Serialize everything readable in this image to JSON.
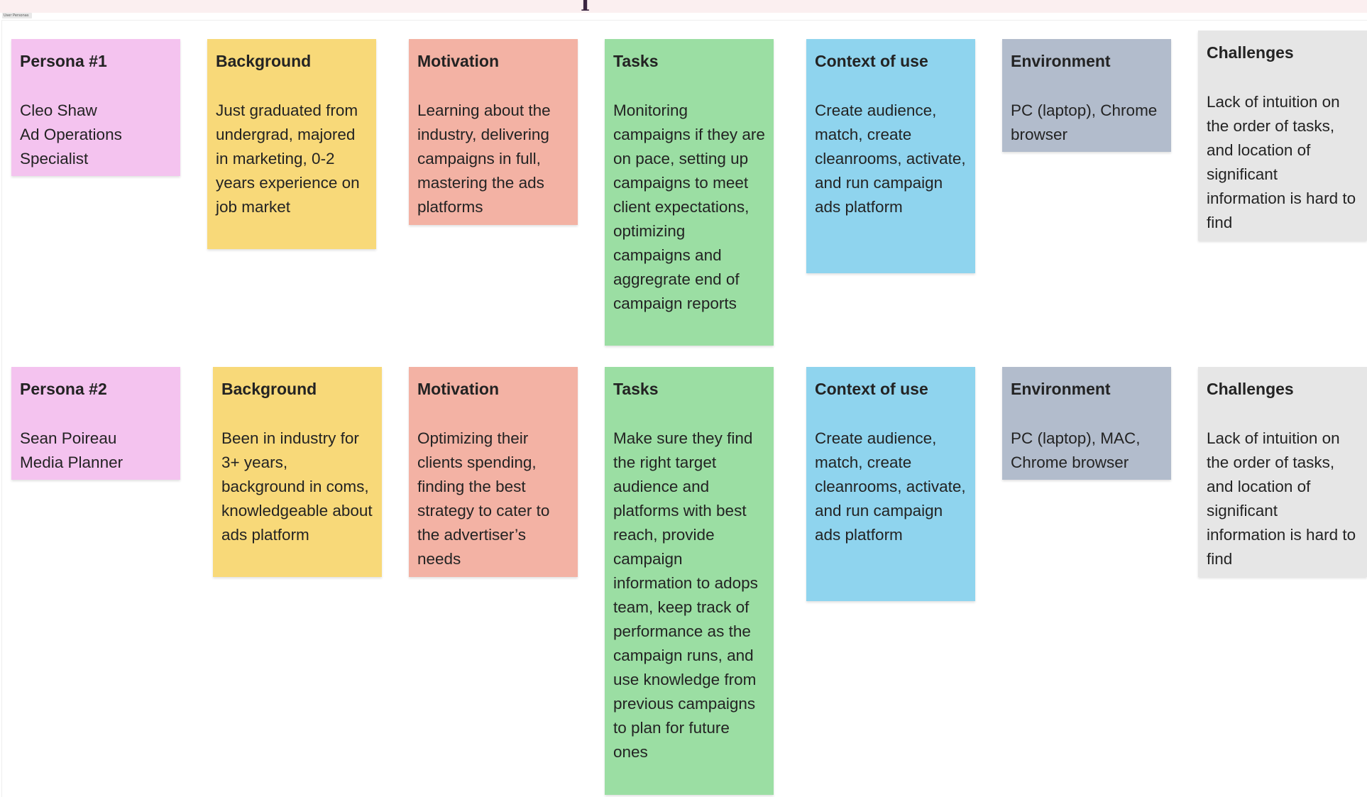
{
  "canvas": {
    "frame_label": "User Personas",
    "top_glyph": "I"
  },
  "colors": {
    "persona": "#f4c3ef",
    "background": "#f8d979",
    "motivation": "#f3b2a4",
    "tasks": "#9bdea3",
    "context": "#8fd4ee",
    "environment": "#b2bccc",
    "challenges": "#e6e6e6"
  },
  "rows": [
    {
      "persona": {
        "title": "Persona #1",
        "body": "Cleo Shaw\nAd Operations Specialist"
      },
      "background": {
        "title": "Background",
        "body": "Just graduated from undergrad, majored in marketing, 0-2 years experience on job market"
      },
      "motivation": {
        "title": "Motivation",
        "body": "Learning about the industry, delivering campaigns in full, mastering the ads platforms"
      },
      "tasks": {
        "title": "Tasks",
        "body": "Monitoring campaigns if they are on pace, setting up campaigns to meet client expectations, optimizing campaigns and aggregrate end of campaign reports"
      },
      "context": {
        "title": "Context of use",
        "body": "Create audience, match, create cleanrooms, activate, and run campaign ads platform"
      },
      "environment": {
        "title": "Environment",
        "body": "PC (laptop), Chrome browser"
      },
      "challenges": {
        "title": "Challenges",
        "body": "Lack of intuition on the order of tasks, and location of significant information is hard to find"
      }
    },
    {
      "persona": {
        "title": "Persona #2",
        "body": "Sean Poireau\nMedia Planner"
      },
      "background": {
        "title": "Background",
        "body": "Been in industry for 3+ years, background in coms, knowledgeable about ads platform"
      },
      "motivation": {
        "title": "Motivation",
        "body": "Optimizing their clients spending, finding the best strategy to cater to the advertiser’s needs"
      },
      "tasks": {
        "title": "Tasks",
        "body": "Make sure they find the right target audience and platforms with best reach, provide campaign information to adops team, keep track of performance as the campaign runs, and use knowledge from previous campaigns to plan for future ones"
      },
      "context": {
        "title": "Context of use",
        "body": "Create audience, match, create cleanrooms, activate, and run campaign ads platform"
      },
      "environment": {
        "title": "Environment",
        "body": "PC (laptop), MAC, Chrome browser"
      },
      "challenges": {
        "title": "Challenges",
        "body": "Lack of intuition on the order of tasks, and location of significant information is hard to find"
      }
    }
  ]
}
